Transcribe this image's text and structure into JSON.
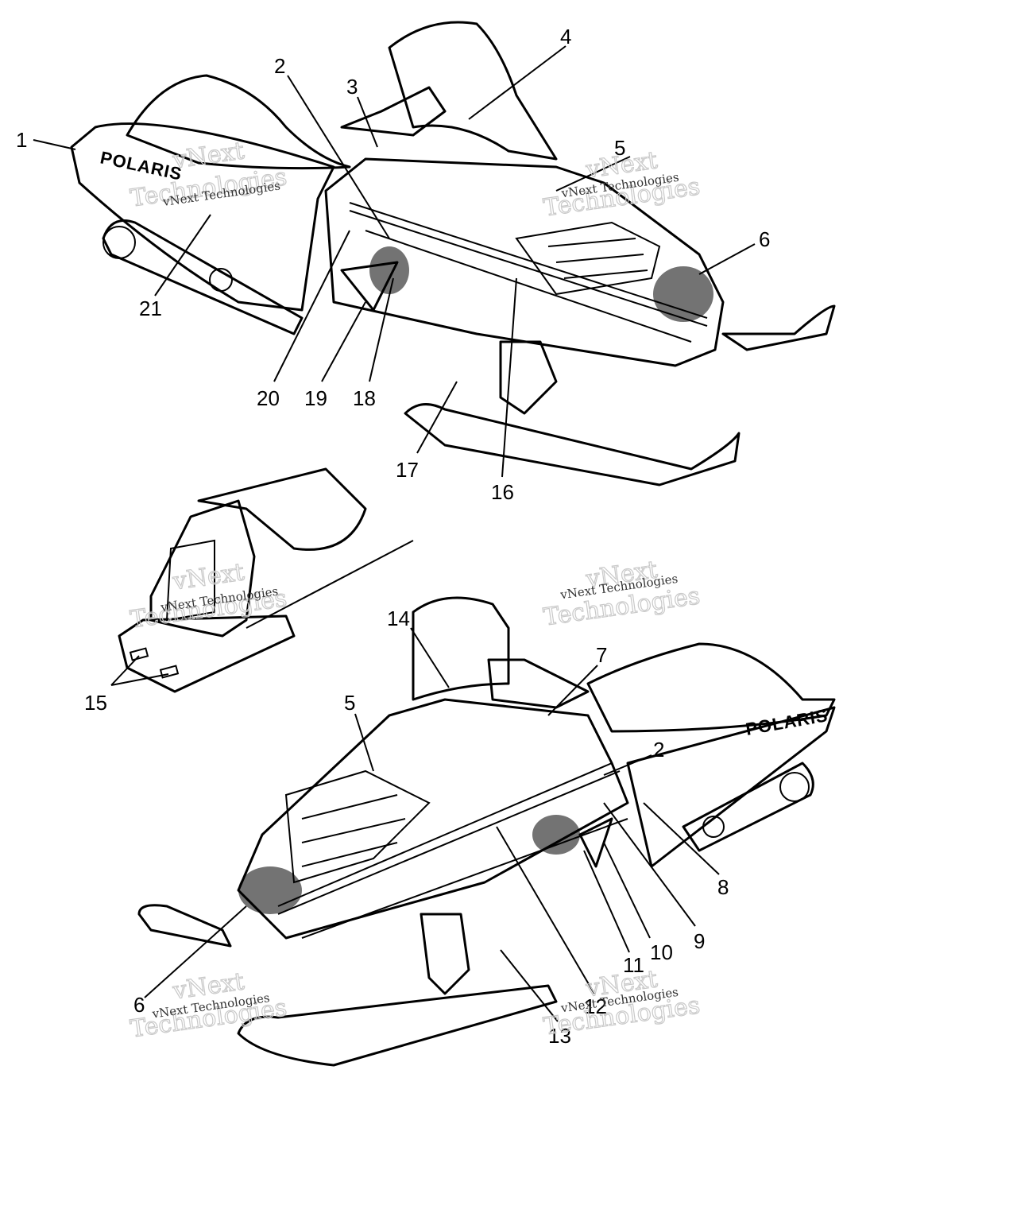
{
  "callouts": {
    "upper": [
      {
        "id": "c1",
        "label": "1"
      },
      {
        "id": "c2",
        "label": "2"
      },
      {
        "id": "c3",
        "label": "3"
      },
      {
        "id": "c4",
        "label": "4"
      },
      {
        "id": "c5",
        "label": "5"
      },
      {
        "id": "c6",
        "label": "6"
      },
      {
        "id": "c16",
        "label": "16"
      },
      {
        "id": "c17",
        "label": "17"
      },
      {
        "id": "c18",
        "label": "18"
      },
      {
        "id": "c19",
        "label": "19"
      },
      {
        "id": "c20",
        "label": "20"
      },
      {
        "id": "c21",
        "label": "21"
      }
    ],
    "lower": [
      {
        "id": "d2",
        "label": "2"
      },
      {
        "id": "d5",
        "label": "5"
      },
      {
        "id": "d6",
        "label": "6"
      },
      {
        "id": "d7",
        "label": "7"
      },
      {
        "id": "d8",
        "label": "8"
      },
      {
        "id": "d9",
        "label": "9"
      },
      {
        "id": "d10",
        "label": "10"
      },
      {
        "id": "d11",
        "label": "11"
      },
      {
        "id": "d12",
        "label": "12"
      },
      {
        "id": "d13",
        "label": "13"
      },
      {
        "id": "d14",
        "label": "14"
      },
      {
        "id": "d15",
        "label": "15"
      }
    ]
  },
  "logos": {
    "upper_side": "POLARIS",
    "lower_side": "POLARIS"
  },
  "watermark": {
    "line1": "vNext",
    "line2": "Technologies",
    "small": "vNext Technologies"
  }
}
